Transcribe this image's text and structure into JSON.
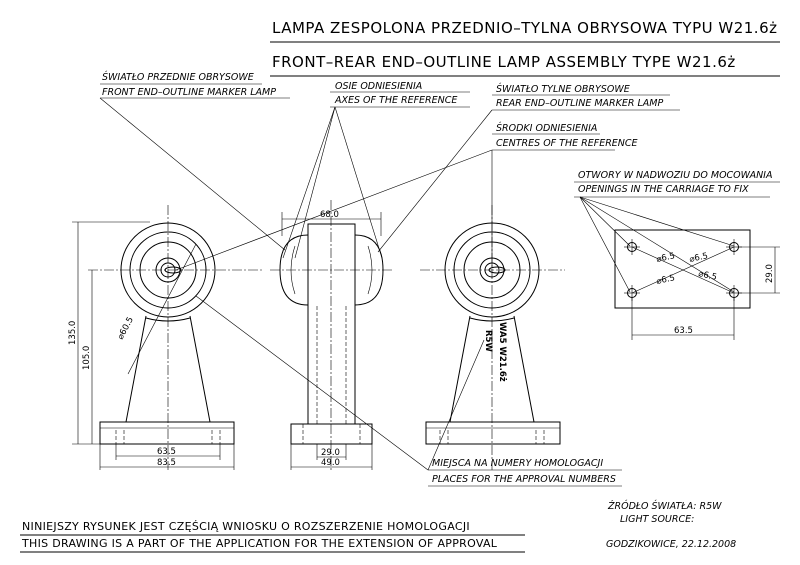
{
  "title": {
    "polish": "LAMPA  ZESPOLONA  PRZEDNIO–TYLNA OBRYSOWA TYPU W21.6ż",
    "english": "FRONT–REAR END–OUTLINE LAMP ASSEMBLY TYPE W21.6ż"
  },
  "labels": {
    "front_lamp_pl": "ŚWIATŁO PRZEDNIE OBRYSOWE",
    "front_lamp_en": "FRONT END–OUTLINE MARKER LAMP",
    "axes_pl": "OSIE ODNIESIENIA",
    "axes_en": "AXES OF THE REFERENCE",
    "rear_lamp_pl": "ŚWIATŁO TYLNE OBRYSOWE",
    "rear_lamp_en": "REAR END–OUTLINE MARKER LAMP",
    "centres_pl": "ŚRODKI ODNIESIENIA",
    "centres_en": "CENTRES OF THE REFERENCE",
    "openings_pl": "OTWORY W NADWOZIU DO MOCOWANIA",
    "openings_en": "OPENINGS IN THE CARRIAGE TO FIX",
    "approval_pl": "MIEJSCA NA NUMERY HOMOLOGACJI",
    "approval_en": "PLACES FOR THE APPROVAL NUMBERS"
  },
  "dimensions": {
    "height_total": "135.0",
    "height_axis": "105.0",
    "lens_diameter": "⌀60.5",
    "base_inner": "63.5",
    "base_outer": "83.5",
    "side_top": "68.0",
    "side_post": "29.0",
    "side_base": "49.0",
    "hole_diameter": "⌀6.5",
    "holes_vertical": "29.0",
    "holes_horizontal": "63.5"
  },
  "marking": {
    "line1": "WA5 W21.6ż",
    "line2": "R5W"
  },
  "footer": {
    "note_pl": "NINIEJSZY RYSUNEK JEST CZĘŚCIĄ WNIOSKU O ROZSZERZENIE HOMOLOGACJI",
    "note_en": "THIS DRAWING IS A PART OF THE APPLICATION FOR THE EXTENSION OF APPROVAL",
    "source_pl": "ŹRÓDŁO ŚWIATŁA: R5W",
    "source_en": "LIGHT SOURCE:",
    "place_date": "GODZIKOWICE, 22.12.2008"
  }
}
